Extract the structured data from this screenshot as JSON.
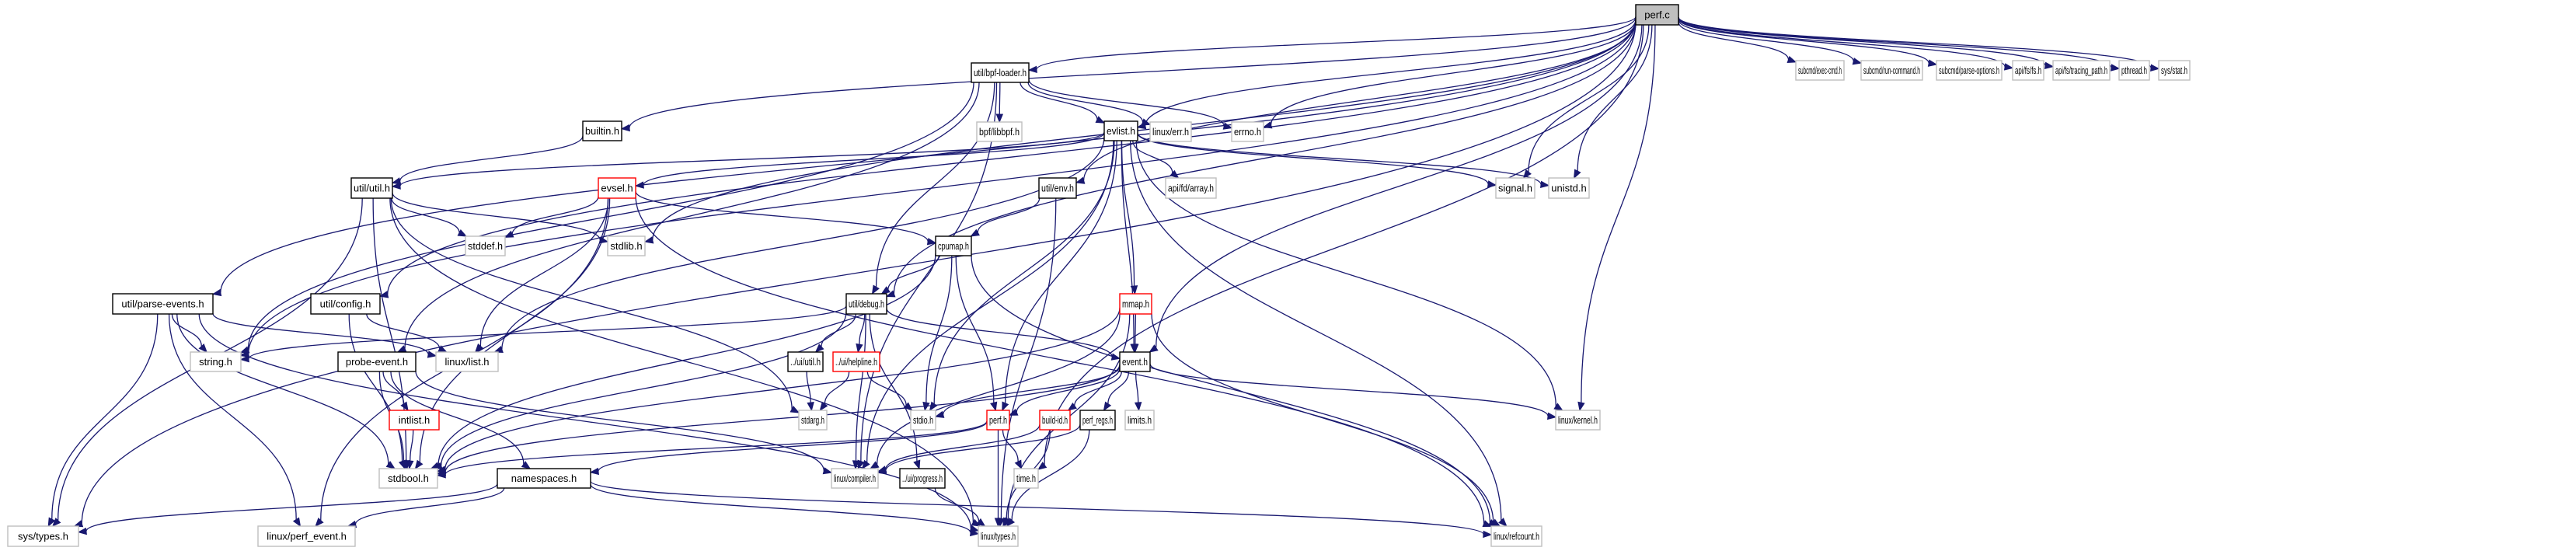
{
  "title": "perf.c include dependency graph",
  "colors": {
    "edge": "#191970",
    "root_fill": "#bfbfbf",
    "root_border": "#000000",
    "documented_border": "#000000",
    "undocumented_border": "#bfbfbf",
    "truncated_border": "#ff0000"
  },
  "nodes": [
    {
      "id": "perf_c",
      "label": "perf.c",
      "kind": "root"
    },
    {
      "id": "bpf_loader",
      "label": "util/bpf-loader.h",
      "kind": "documented"
    },
    {
      "id": "builtin",
      "label": "builtin.h",
      "kind": "documented"
    },
    {
      "id": "libbpf",
      "label": "bpf/libbpf.h",
      "kind": "system"
    },
    {
      "id": "evlist",
      "label": "evlist.h",
      "kind": "documented"
    },
    {
      "id": "linux_err",
      "label": "linux/err.h",
      "kind": "system"
    },
    {
      "id": "errno",
      "label": "errno.h",
      "kind": "system"
    },
    {
      "id": "util_util",
      "label": "util/util.h",
      "kind": "documented"
    },
    {
      "id": "evsel",
      "label": "evsel.h",
      "kind": "truncated"
    },
    {
      "id": "util_env",
      "label": "util/env.h",
      "kind": "documented"
    },
    {
      "id": "fd_array",
      "label": "api/fd/array.h",
      "kind": "system"
    },
    {
      "id": "signal",
      "label": "signal.h",
      "kind": "system"
    },
    {
      "id": "unistd",
      "label": "unistd.h",
      "kind": "system"
    },
    {
      "id": "stddef",
      "label": "stddef.h",
      "kind": "system"
    },
    {
      "id": "stdlib",
      "label": "stdlib.h",
      "kind": "system"
    },
    {
      "id": "cpumap",
      "label": "cpumap.h",
      "kind": "documented"
    },
    {
      "id": "parse_events",
      "label": "util/parse-events.h",
      "kind": "documented"
    },
    {
      "id": "util_config",
      "label": "util/config.h",
      "kind": "documented"
    },
    {
      "id": "util_debug",
      "label": "util/debug.h",
      "kind": "documented"
    },
    {
      "id": "mmap",
      "label": "mmap.h",
      "kind": "truncated"
    },
    {
      "id": "string",
      "label": "string.h",
      "kind": "system"
    },
    {
      "id": "probe_event",
      "label": "probe-event.h",
      "kind": "documented"
    },
    {
      "id": "linux_list",
      "label": "linux/list.h",
      "kind": "system"
    },
    {
      "id": "ui_util",
      "label": "../ui/util.h",
      "kind": "documented"
    },
    {
      "id": "ui_helpline",
      "label": "../ui/helpline.h",
      "kind": "truncated"
    },
    {
      "id": "event",
      "label": "event.h",
      "kind": "documented"
    },
    {
      "id": "intlist",
      "label": "intlist.h",
      "kind": "truncated"
    },
    {
      "id": "stdarg",
      "label": "stdarg.h",
      "kind": "system"
    },
    {
      "id": "stdio",
      "label": "stdio.h",
      "kind": "system"
    },
    {
      "id": "perf_h",
      "label": "perf.h",
      "kind": "truncated"
    },
    {
      "id": "build_id",
      "label": "build-id.h",
      "kind": "truncated"
    },
    {
      "id": "perf_regs",
      "label": "perf_regs.h",
      "kind": "documented"
    },
    {
      "id": "limits",
      "label": "limits.h",
      "kind": "system"
    },
    {
      "id": "linux_kernel",
      "label": "linux/kernel.h",
      "kind": "system"
    },
    {
      "id": "stdbool",
      "label": "stdbool.h",
      "kind": "system"
    },
    {
      "id": "namespaces",
      "label": "namespaces.h",
      "kind": "documented"
    },
    {
      "id": "linux_compiler",
      "label": "linux/compiler.h",
      "kind": "system"
    },
    {
      "id": "ui_progress",
      "label": "../ui/progress.h",
      "kind": "documented"
    },
    {
      "id": "time",
      "label": "time.h",
      "kind": "system"
    },
    {
      "id": "sys_types",
      "label": "sys/types.h",
      "kind": "system"
    },
    {
      "id": "perf_event",
      "label": "linux/perf_event.h",
      "kind": "system"
    },
    {
      "id": "linux_types",
      "label": "linux/types.h",
      "kind": "system"
    },
    {
      "id": "linux_refcount",
      "label": "linux/refcount.h",
      "kind": "system"
    },
    {
      "id": "exec_cmd",
      "label": "subcmd/exec-cmd.h",
      "kind": "system"
    },
    {
      "id": "run_command",
      "label": "subcmd/run-command.h",
      "kind": "system"
    },
    {
      "id": "parse_options",
      "label": "subcmd/parse-options.h",
      "kind": "system"
    },
    {
      "id": "api_fs",
      "label": "api/fs/fs.h",
      "kind": "system"
    },
    {
      "id": "tracing_path",
      "label": "api/fs/tracing_path.h",
      "kind": "system"
    },
    {
      "id": "pthread",
      "label": "pthread.h",
      "kind": "system"
    },
    {
      "id": "sys_stat",
      "label": "sys/stat.h",
      "kind": "system"
    }
  ],
  "edges": [
    [
      "perf_c",
      "bpf_loader"
    ],
    [
      "perf_c",
      "builtin"
    ],
    [
      "perf_c",
      "evlist"
    ],
    [
      "perf_c",
      "errno"
    ],
    [
      "perf_c",
      "util_env"
    ],
    [
      "perf_c",
      "signal"
    ],
    [
      "perf_c",
      "unistd"
    ],
    [
      "perf_c",
      "stdlib"
    ],
    [
      "perf_c",
      "parse_events"
    ],
    [
      "perf_c",
      "util_config"
    ],
    [
      "perf_c",
      "util_debug"
    ],
    [
      "perf_c",
      "string"
    ],
    [
      "perf_c",
      "event"
    ],
    [
      "perf_c",
      "linux_kernel"
    ],
    [
      "perf_c",
      "time"
    ],
    [
      "perf_c",
      "sys_types"
    ],
    [
      "perf_c",
      "exec_cmd"
    ],
    [
      "perf_c",
      "run_command"
    ],
    [
      "perf_c",
      "parse_options"
    ],
    [
      "perf_c",
      "api_fs"
    ],
    [
      "perf_c",
      "tracing_path"
    ],
    [
      "perf_c",
      "pthread"
    ],
    [
      "perf_c",
      "sys_stat"
    ],
    [
      "bpf_loader",
      "libbpf"
    ],
    [
      "bpf_loader",
      "evlist"
    ],
    [
      "bpf_loader",
      "linux_err"
    ],
    [
      "bpf_loader",
      "errno"
    ],
    [
      "bpf_loader",
      "probe_event"
    ],
    [
      "bpf_loader",
      "util_debug"
    ],
    [
      "bpf_loader",
      "linux_compiler"
    ],
    [
      "bpf_loader",
      "string"
    ],
    [
      "builtin",
      "util_util"
    ],
    [
      "evlist",
      "util_util"
    ],
    [
      "evlist",
      "evsel"
    ],
    [
      "evlist",
      "fd_array"
    ],
    [
      "evlist",
      "signal"
    ],
    [
      "evlist",
      "unistd"
    ],
    [
      "evlist",
      "linux_list"
    ],
    [
      "evlist",
      "linux_compiler"
    ],
    [
      "evlist",
      "stdio"
    ],
    [
      "evlist",
      "perf_h"
    ],
    [
      "evlist",
      "mmap"
    ],
    [
      "evlist",
      "event"
    ],
    [
      "evlist",
      "linux_kernel"
    ],
    [
      "evlist",
      "linux_refcount"
    ],
    [
      "util_util",
      "stddef"
    ],
    [
      "util_util",
      "stdlib"
    ],
    [
      "util_util",
      "stdbool"
    ],
    [
      "util_util",
      "stdarg"
    ],
    [
      "util_util",
      "linux_types"
    ],
    [
      "util_util",
      "sys_types"
    ],
    [
      "evsel",
      "stddef"
    ],
    [
      "evsel",
      "linux_list"
    ],
    [
      "evsel",
      "stdbool"
    ],
    [
      "evsel",
      "perf_event"
    ],
    [
      "evsel",
      "cpumap"
    ],
    [
      "evsel",
      "linux_refcount"
    ],
    [
      "util_env",
      "cpumap"
    ],
    [
      "util_env",
      "linux_types"
    ],
    [
      "cpumap",
      "util_debug"
    ],
    [
      "cpumap",
      "stdio"
    ],
    [
      "cpumap",
      "perf_h"
    ],
    [
      "cpumap",
      "stdbool"
    ],
    [
      "cpumap",
      "linux_refcount"
    ],
    [
      "parse_events",
      "string"
    ],
    [
      "parse_events",
      "linux_list"
    ],
    [
      "parse_events",
      "stdbool"
    ],
    [
      "parse_events",
      "perf_event"
    ],
    [
      "parse_events",
      "linux_types"
    ],
    [
      "parse_events",
      "sys_types"
    ],
    [
      "util_config",
      "linux_list"
    ],
    [
      "util_config",
      "stdbool"
    ],
    [
      "util_debug",
      "ui_util"
    ],
    [
      "util_debug",
      "ui_helpline"
    ],
    [
      "util_debug",
      "event"
    ],
    [
      "util_debug",
      "stdbool"
    ],
    [
      "util_debug",
      "linux_compiler"
    ],
    [
      "util_debug",
      "ui_progress"
    ],
    [
      "util_debug",
      "string"
    ],
    [
      "mmap",
      "event"
    ],
    [
      "mmap",
      "linux_compiler"
    ],
    [
      "mmap",
      "stdbool"
    ],
    [
      "mmap",
      "linux_types"
    ],
    [
      "mmap",
      "linux_refcount"
    ],
    [
      "probe_event",
      "intlist"
    ],
    [
      "probe_event",
      "stdbool"
    ],
    [
      "probe_event",
      "namespaces"
    ],
    [
      "probe_event",
      "linux_compiler"
    ],
    [
      "ui_util",
      "stdarg"
    ],
    [
      "ui_helpline",
      "stdarg"
    ],
    [
      "ui_helpline",
      "stdio"
    ],
    [
      "event",
      "stdio"
    ],
    [
      "event",
      "perf_h"
    ],
    [
      "event",
      "build_id"
    ],
    [
      "event",
      "perf_regs"
    ],
    [
      "event",
      "limits"
    ],
    [
      "event",
      "linux_kernel"
    ],
    [
      "event",
      "stdbool"
    ],
    [
      "intlist",
      "stdbool"
    ],
    [
      "perf_h",
      "stdbool"
    ],
    [
      "perf_h",
      "time"
    ],
    [
      "perf_h",
      "linux_types"
    ],
    [
      "perf_h",
      "namespaces"
    ],
    [
      "build_id",
      "linux_compiler"
    ],
    [
      "build_id",
      "linux_types"
    ],
    [
      "perf_regs",
      "linux_compiler"
    ],
    [
      "perf_regs",
      "linux_types"
    ],
    [
      "namespaces",
      "sys_types"
    ],
    [
      "namespaces",
      "perf_event"
    ],
    [
      "namespaces",
      "linux_types"
    ],
    [
      "namespaces",
      "linux_refcount"
    ],
    [
      "ui_progress",
      "linux_types"
    ]
  ]
}
